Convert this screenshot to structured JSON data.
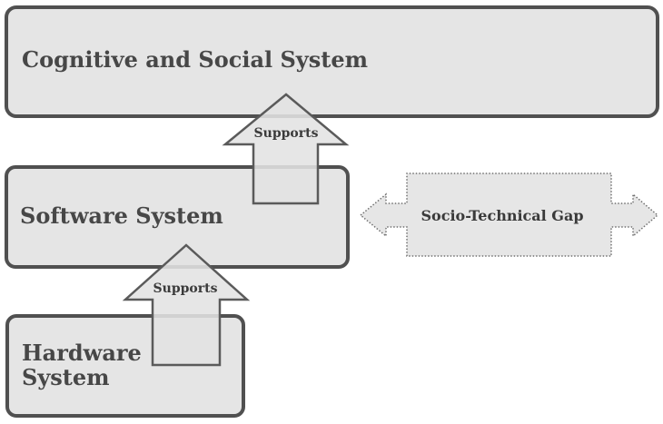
{
  "systems": {
    "cognitive_social": {
      "label": "Cognitive and Social System"
    },
    "software": {
      "label": "Software System"
    },
    "hardware": {
      "label_line1": "Hardware",
      "label_line2": "System"
    }
  },
  "arrows": {
    "software_to_cognitive": {
      "label": "Supports"
    },
    "hardware_to_software": {
      "label": "Supports"
    }
  },
  "gap": {
    "label": "Socio-Technical Gap"
  }
}
